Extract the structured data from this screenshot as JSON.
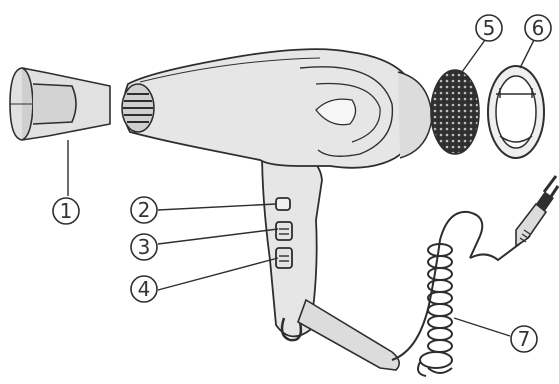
{
  "diagram": {
    "callouts": [
      {
        "id": "1"
      },
      {
        "id": "2"
      },
      {
        "id": "3"
      },
      {
        "id": "4"
      },
      {
        "id": "5"
      },
      {
        "id": "6"
      },
      {
        "id": "7"
      }
    ],
    "colors": {
      "stroke": "#2e2e2e",
      "body_fill": "#e6e6e6",
      "part_fill": "#dedede",
      "dark_fill": "#2f2f2f",
      "background": "#ffffff"
    }
  }
}
